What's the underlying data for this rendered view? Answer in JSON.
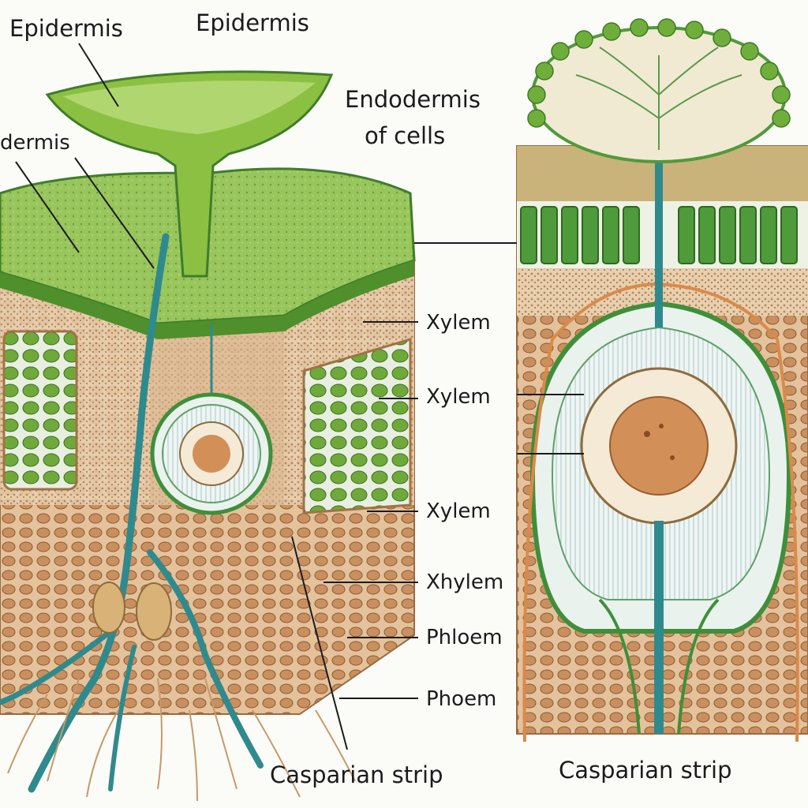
{
  "labels": {
    "epidermis_top_left": "Epidermis",
    "epidermis_top_mid": "Epidermis",
    "dermis_left": "dermis",
    "endodermis_line1": "Endodermis",
    "endodermis_line2": "of cells",
    "xylem_1": "Xylem",
    "xylem_2": "Xylem",
    "xylem_3": "Xylem",
    "xhoem": "Xhylem",
    "phloem_1": "Phloem",
    "phloem_2": "Phoem",
    "casparian_left": "Casparian strip",
    "casparian_right": "Casparian strip"
  },
  "colors": {
    "background": "#fbfbf8",
    "leaf_green": "#7db43a",
    "dark_green": "#3f7d2a",
    "vessel_blue": "#2f8a8e",
    "tissue_tan": "#d9b48a",
    "cortex_brown": "#b88456",
    "ring_pale": "#e8f1ef",
    "core_orange": "#d28f58"
  }
}
